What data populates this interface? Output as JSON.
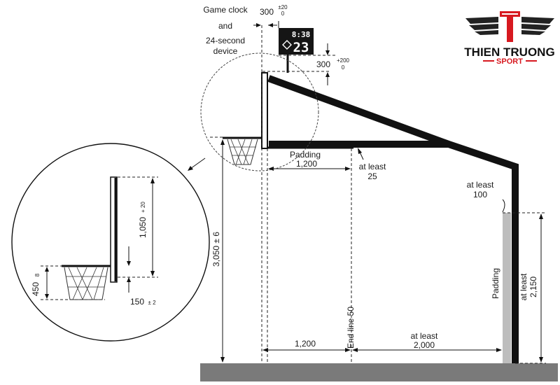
{
  "labels": {
    "game_clock_line1": "Game clock",
    "game_clock_line2": "and",
    "game_clock_line3": "24-second",
    "game_clock_line4": "device",
    "top_300": "300",
    "top_tol_upper": "±20",
    "top_tol_lower": "0",
    "clock_300": "300",
    "clock_tol_upper": "+200",
    "clock_tol_lower": "0",
    "padding_top": "Padding",
    "padding_dim": "1,200",
    "at_least_25_line1": "at least",
    "at_least_25_line2": "25",
    "at_least_100_line1": "at least",
    "at_least_100_line2": "100",
    "padding_side": "Padding",
    "side_at_least": "at least",
    "side_2150": "2,150",
    "height_3050": "3,050 ± 6",
    "floor_1200": "1,200",
    "end_line": "End line 50",
    "floor_at_least": "at least",
    "floor_2000": "2,000",
    "detail_1050": "1,050",
    "detail_1050_tol": "+ 20",
    "detail_450": "450",
    "detail_450_tol": "8",
    "detail_150": "150",
    "detail_150_tol": "± 2"
  },
  "scoreboard": {
    "time": "8:38",
    "shot_clock": "23"
  },
  "logo": {
    "brand_line1": "THIEN TRUONG",
    "brand_line2": "SPORT",
    "accent_color": "#d71920"
  }
}
